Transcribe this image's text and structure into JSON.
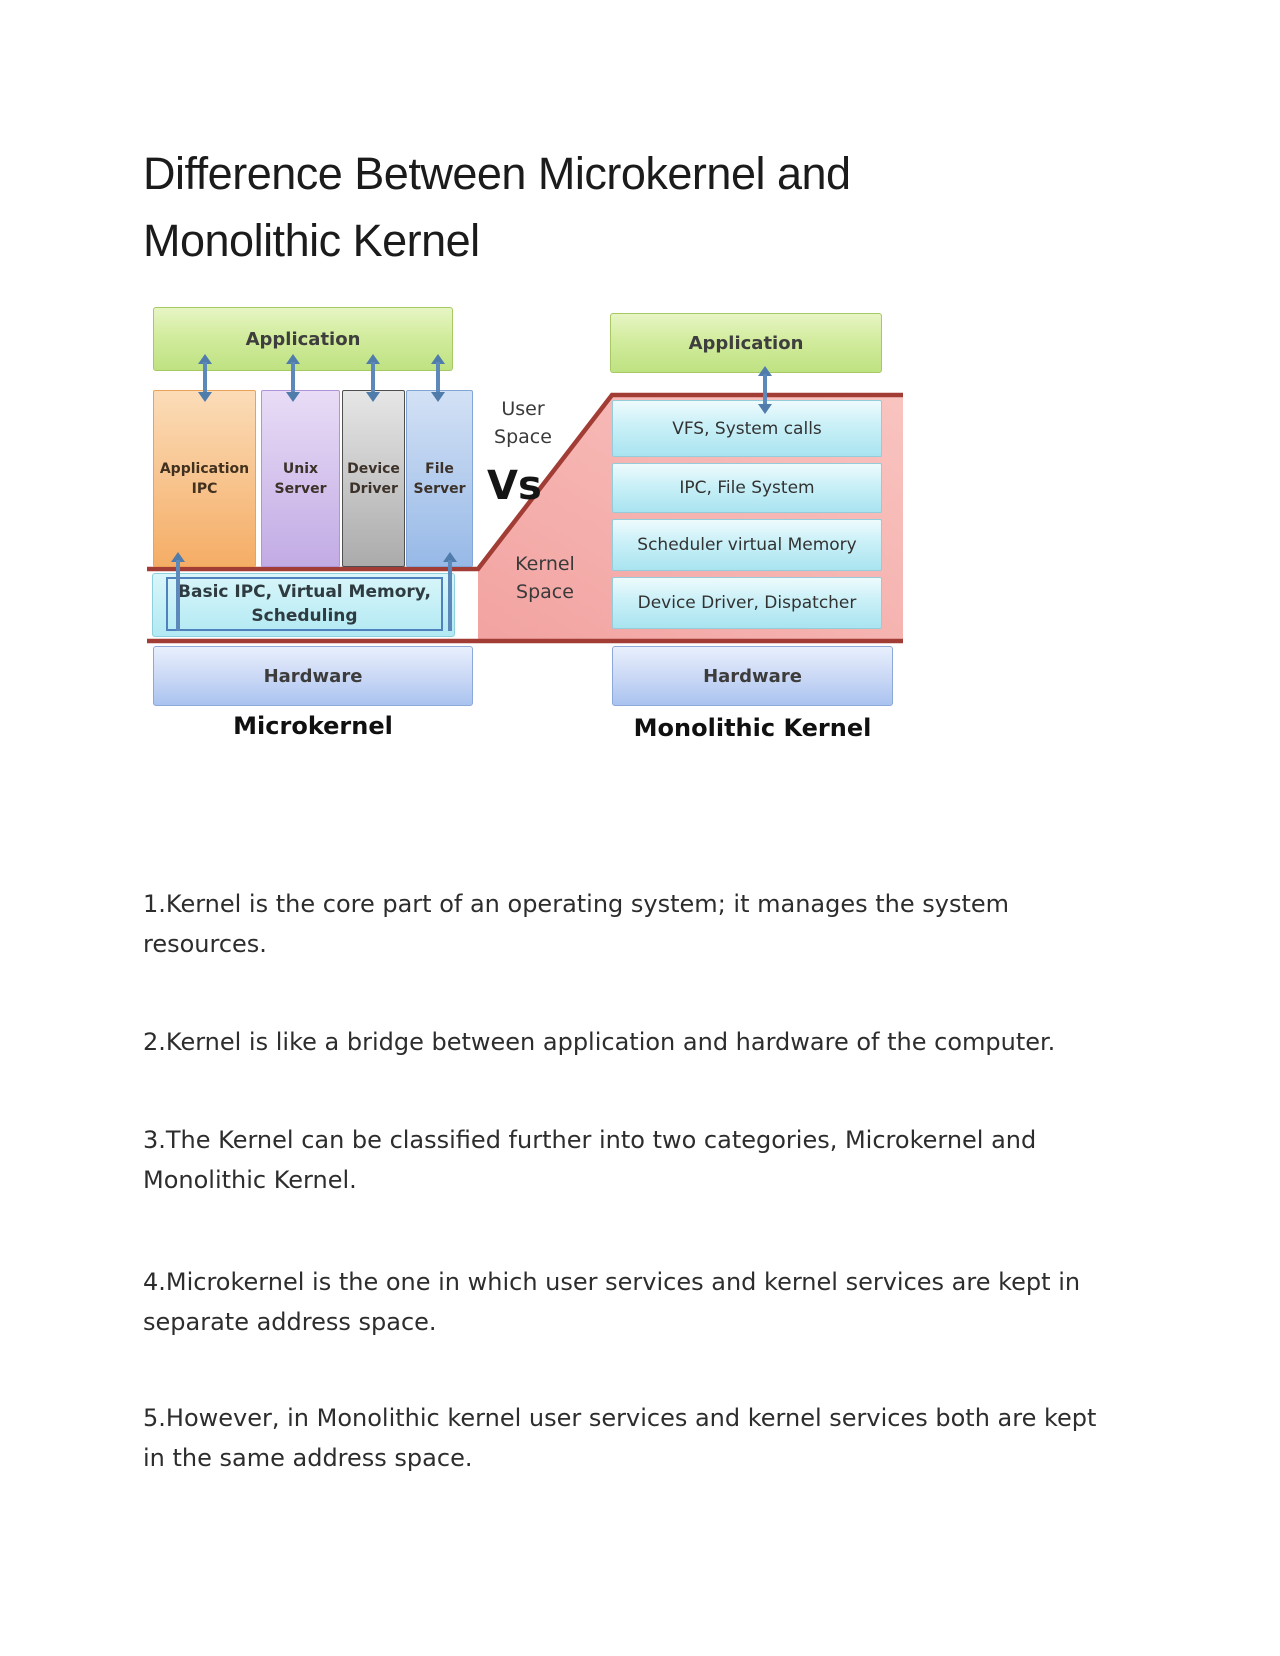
{
  "title": {
    "line1": "Difference Between Microkernel and",
    "line2": "Monolithic Kernel"
  },
  "diagram": {
    "left": {
      "application": "Application",
      "boxes": [
        {
          "line1": "Application",
          "line2": "IPC"
        },
        {
          "line1": "Unix",
          "line2": "Server"
        },
        {
          "line1": "Device",
          "line2": "Driver"
        },
        {
          "line1": "File",
          "line2": "Server"
        }
      ],
      "kernel_box_line1": "Basic IPC, Virtual Memory,",
      "kernel_box_line2": "Scheduling",
      "hardware": "Hardware",
      "caption": "Microkernel"
    },
    "middle": {
      "user_space_line1": "User",
      "user_space_line2": "Space",
      "vs": "Vs",
      "kernel_space_line1": "Kernel",
      "kernel_space_line2": "Space"
    },
    "right": {
      "application": "Application",
      "layers": [
        "VFS, System calls",
        "IPC, File System",
        "Scheduler virtual Memory",
        "Device Driver, Dispatcher"
      ],
      "hardware": "Hardware",
      "caption": "Monolithic Kernel"
    },
    "colors": {
      "application_green": "#bfe282",
      "kernel_space_pink": "#f5adaa",
      "separator_red": "#a23d36",
      "layer_cyan": "#aee6f2",
      "hardware_blue": "#aac4ef",
      "arrow_blue": "#5d89ba"
    }
  },
  "body": {
    "paragraphs": [
      {
        "lines": [
          "1.Kernel is the core part of an operating system; it manages the system",
          "resources."
        ]
      },
      {
        "lines": [
          "2.Kernel is like a bridge between application and hardware of the computer."
        ]
      },
      {
        "lines": [
          "3.The Kernel can be classified further into two categories, Microkernel and",
          "Monolithic Kernel."
        ]
      },
      {
        "lines": [
          "4.Microkernel is the one in which user services and kernel services are kept in",
          "separate address space."
        ]
      },
      {
        "lines": [
          "5.However, in Monolithic kernel user services and kernel services both are kept",
          "in the same address space."
        ]
      }
    ]
  }
}
